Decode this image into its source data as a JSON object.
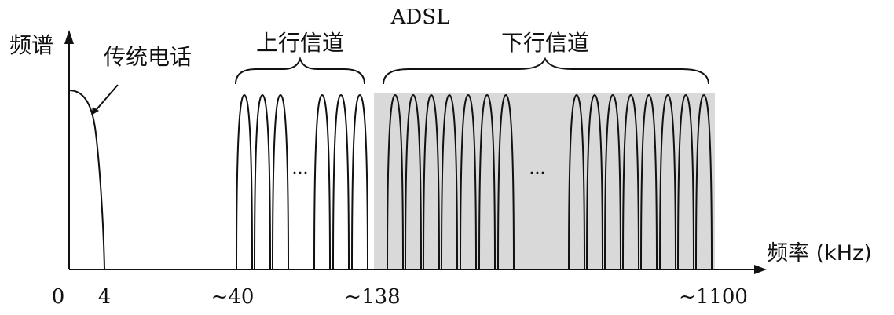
{
  "diagram": {
    "title": "ADSL",
    "y_axis_label": "频谱",
    "x_axis_label": "频率 (kHz)",
    "voice_label": "传统电话",
    "upstream_label": "上行信道",
    "downstream_label": "下行信道",
    "ellipsis_upstream": "···",
    "ellipsis_downstream": "···",
    "tick_labels": {
      "zero": "0",
      "four": "4",
      "forty": "~40",
      "one_three_eight": "~138",
      "eleven_hundred": "~1100"
    },
    "colors": {
      "line": "#111111",
      "downstream_band": "#d9d9d9",
      "background": "#ffffff"
    }
  }
}
